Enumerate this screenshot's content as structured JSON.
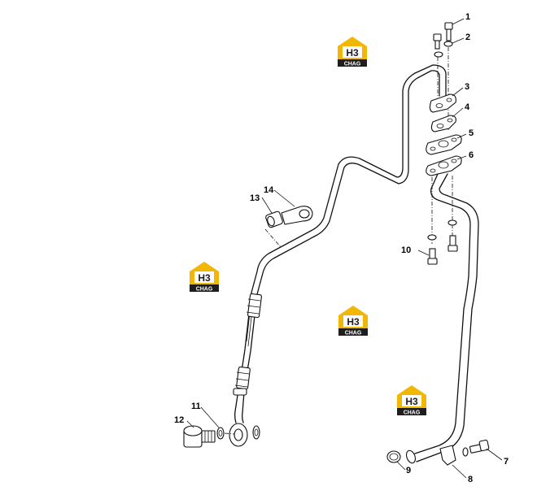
{
  "callouts": {
    "c1": "1",
    "c2": "2",
    "c3": "3",
    "c4": "4",
    "c5": "5",
    "c6": "6",
    "c7": "7",
    "c8": "8",
    "c9": "9",
    "c10": "10",
    "c11": "11",
    "c12": "12",
    "c13": "13",
    "c14": "14"
  },
  "watermark": {
    "mark": "H3",
    "text": "CHAG",
    "color_gold": "#f2b705",
    "color_dark": "#1e1e1e"
  },
  "colors": {
    "line": "#111111",
    "background": "#ffffff"
  }
}
